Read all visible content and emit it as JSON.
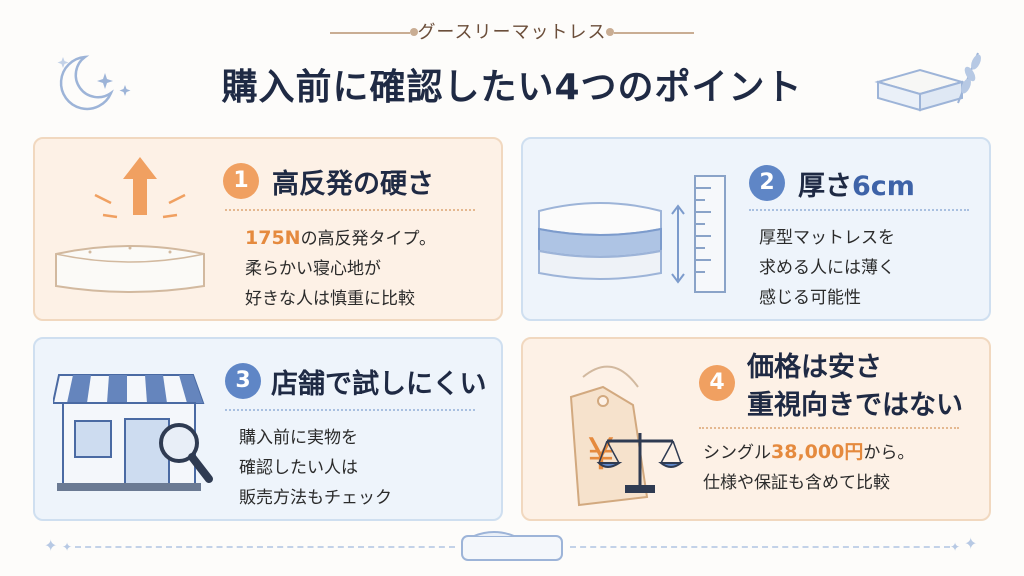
{
  "header": {
    "subtitle": "グースリーマットレス",
    "title": "購入前に確認したい4つのポイント"
  },
  "points": [
    {
      "number": "1",
      "heading": "高反発の硬さ",
      "body_accent": "175N",
      "body_lines": [
        "の高反発タイプ。",
        "柔らかい寝心地が",
        "好きな人は慎重に比較"
      ]
    },
    {
      "number": "2",
      "heading_prefix": "厚さ",
      "heading_value": "6cm",
      "body_lines": [
        "厚型マットレスを",
        "求める人には薄く",
        "感じる可能性"
      ]
    },
    {
      "number": "3",
      "heading": "店舗で試しにくい",
      "body_lines": [
        "購入前に実物を",
        "確認したい人は",
        "販売方法もチェック"
      ]
    },
    {
      "number": "4",
      "heading_lines": [
        "価格は安さ",
        "重視向きではない"
      ],
      "body_prefix": "シングル",
      "body_accent": "38,000円",
      "body_suffix": "から。",
      "body_line2": "仕様や保証も含めて比較",
      "price_tag_symbol": "¥"
    }
  ],
  "colors": {
    "warm_card": "#fdf1e6",
    "cool_card": "#eef4fb",
    "orange_accent": "#f0a061",
    "blue_accent": "#5f86c6",
    "navy_text": "#1f2a44"
  },
  "icons": [
    "moon-stars-icon",
    "mattress-icon",
    "leaf-icon",
    "up-arrow-icon",
    "ruler-icon",
    "storefront-icon",
    "magnifier-icon",
    "price-tag-icon",
    "scale-icon",
    "sparkle-icon"
  ]
}
